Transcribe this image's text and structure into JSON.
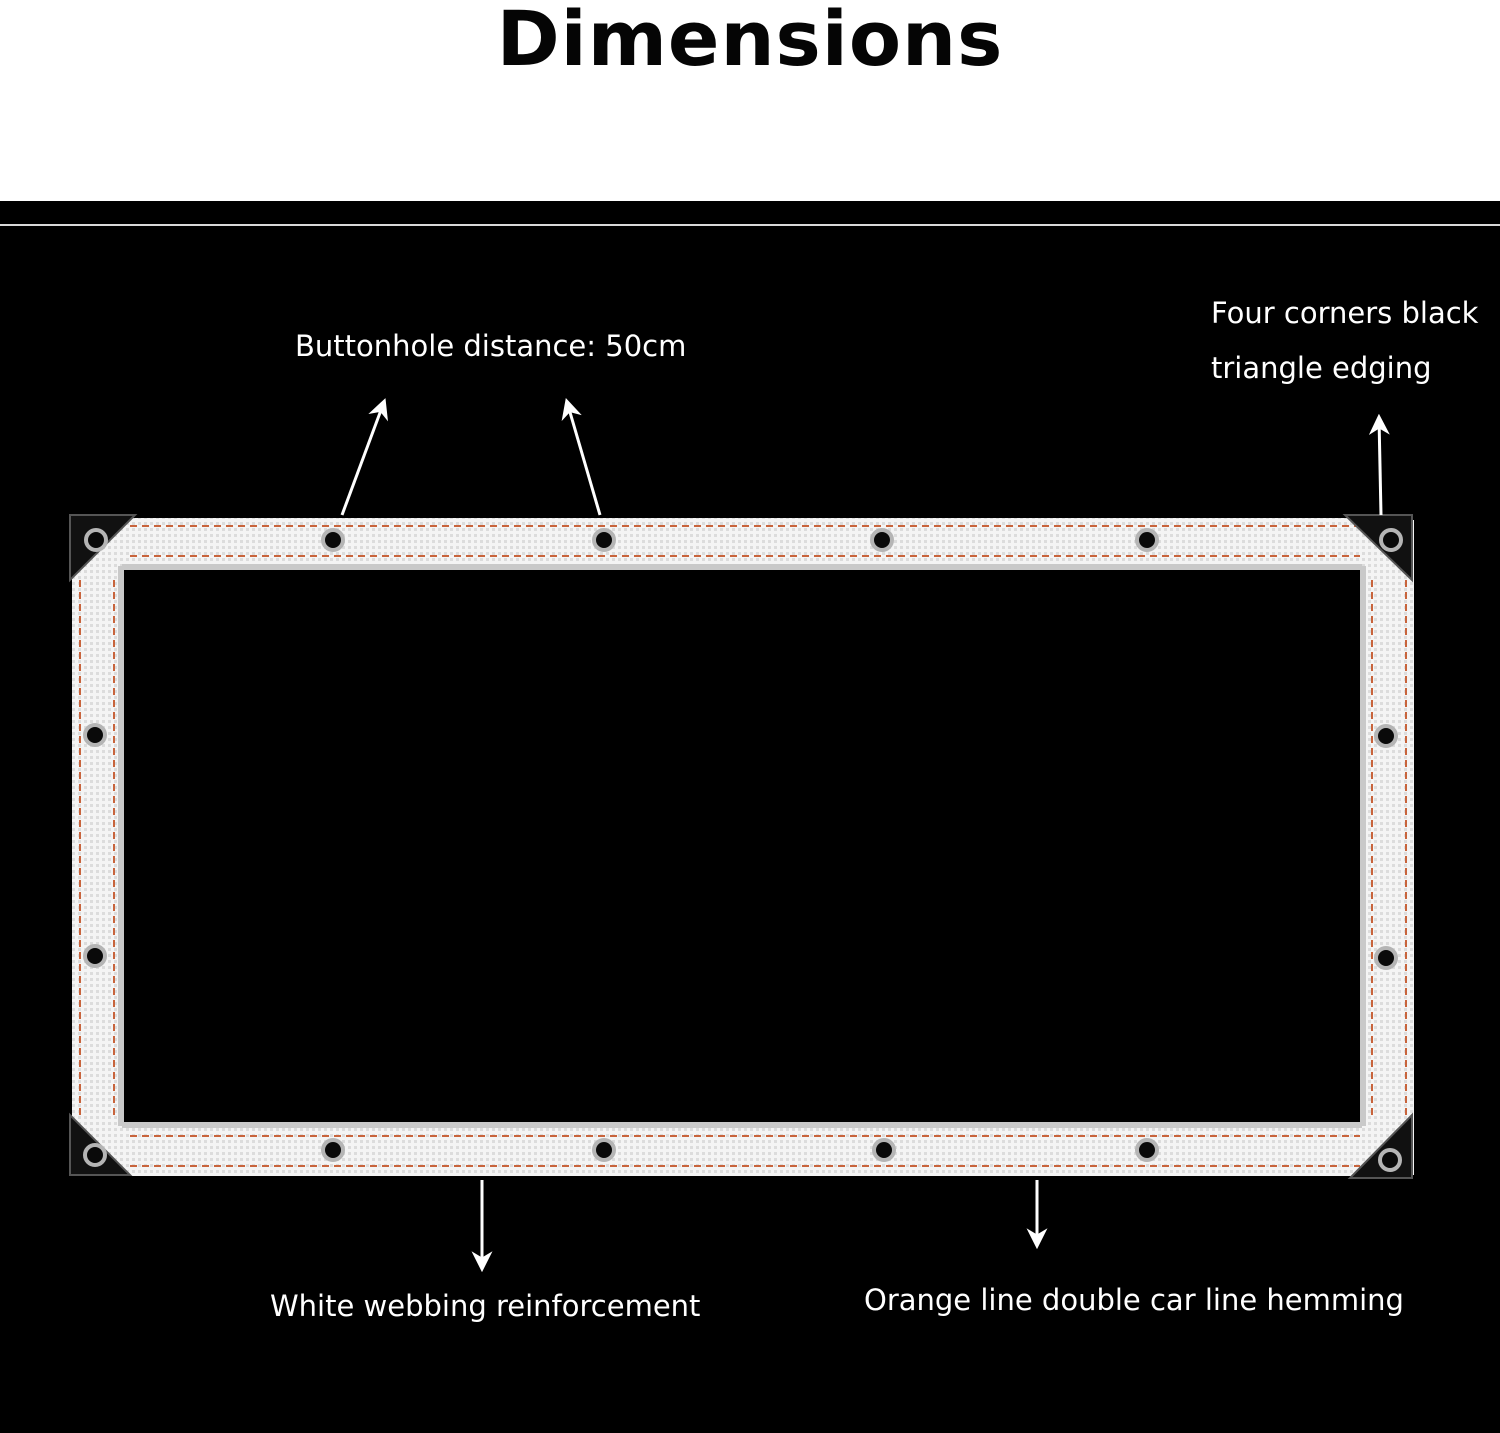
{
  "title": "Dimensions",
  "callouts": {
    "buttonhole": "Buttonhole distance: 50cm",
    "corners_line1": "Four corners black",
    "corners_line2": "triangle edging",
    "webbing": "White webbing reinforcement",
    "hemming": "Orange line double car line hemming"
  },
  "colors": {
    "background": "#000000",
    "webbing": "#f2f2f2",
    "stitching": "#c8643c",
    "text": "#ffffff"
  },
  "icons": [
    "grommet-icon",
    "arrow-icon",
    "corner-triangle-icon"
  ]
}
